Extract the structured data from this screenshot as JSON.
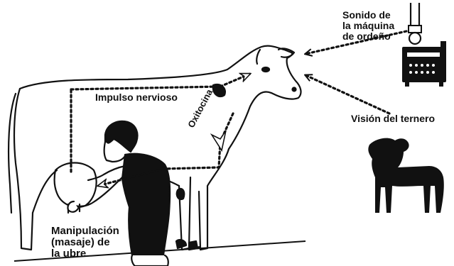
{
  "diagram": {
    "labels": {
      "milking_machine_sound": [
        "Sonido de",
        "la máquina",
        "de ordeño"
      ],
      "nerve_impulse": "Impulso nervioso",
      "oxytocin": "Oxitocina",
      "calf_sight": "Visión del ternero",
      "udder_massage": [
        "Manipulación",
        "(masaje) de",
        "la ubre"
      ]
    },
    "icons": {
      "cow": "cow-illustration",
      "person": "milker-person-icon",
      "calf": "calf-silhouette-icon",
      "machine": "milking-machine-icon"
    },
    "colors": {
      "ink": "#111111",
      "paper": "#ffffff"
    }
  }
}
